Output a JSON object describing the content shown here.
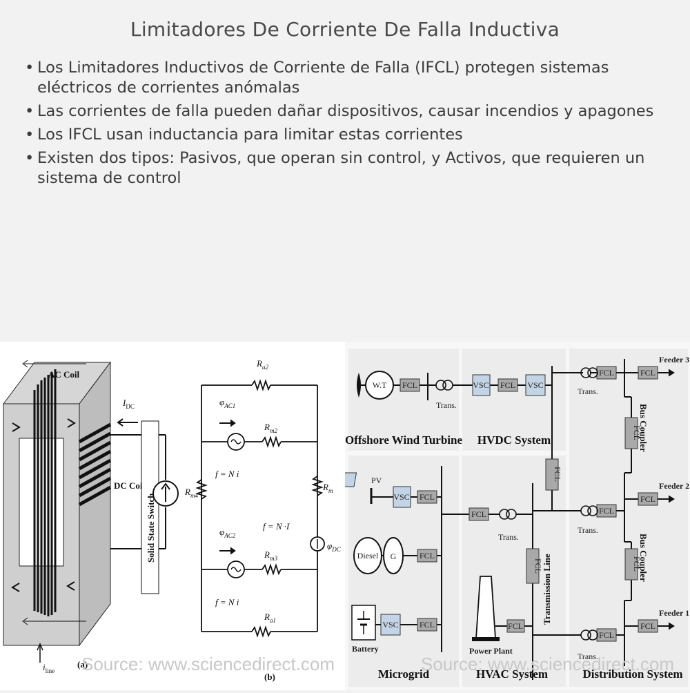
{
  "title": "Limitadores De Corriente De Falla Inductiva",
  "bullets": [
    "Los Limitadores Inductivos de Corriente de Falla (IFCL) protegen sistemas eléctricos de corrientes anómalas",
    "Las corrientes de falla pueden dañar dispositivos, causar incendios y apagones",
    "Los IFCL usan inductancia para limitar estas corrientes",
    "Existen dos tipos: Pasivos, que operan sin control, y Activos, que requieren un sistema de control"
  ],
  "figure_left": {
    "ac_coil": "AC Coil",
    "dc_coil": "DC Coil",
    "switch": "Solid State Switch",
    "idc": "I",
    "idc_sub": "DC",
    "iline": "i",
    "iline_sub": "line",
    "label_a": "(a)",
    "label_b": "(b)",
    "source": "Source: www.sciencedirect.com",
    "r_a2": "R",
    "r_a2_sub": "a2",
    "phi_ac1": "φ",
    "phi_ac1_sub": "AC1",
    "r_m2": "R",
    "r_m2_sub": "m2",
    "r_m4": "R",
    "r_m4_sub": "m4",
    "r_m": "R",
    "r_m_sub": "m",
    "f_ac1": "f  =  N  i",
    "f_dc": "f   = N   ·I",
    "phi_dc": "φ",
    "phi_dc_sub": "DC",
    "phi_ac2": "φ",
    "phi_ac2_sub": "AC2",
    "r_m3": "R",
    "r_m3_sub": "m3",
    "r_a1": "R",
    "r_a1_sub": "a1"
  },
  "figure_right": {
    "wt": "W.T",
    "fcl": "FCL",
    "trans": "Trans.",
    "vsc": "VSC",
    "pv": "PV",
    "diesel": "Diesel",
    "g": "G",
    "battery": "Battery",
    "power_plant": "Power Plant",
    "offshore": "Offshore Wind Turbine",
    "hvdc": "HVDC System",
    "microgrid": "Microgrid",
    "hvac": "HVAC System",
    "distribution": "Distribution System",
    "transmission_line": "Transmission Line",
    "bus_coupler": "Bus Coupler",
    "feeder3": "Feeder 3",
    "feeder2": "Feeder 2",
    "feeder1": "Feeder 1",
    "source": "Source: www.sciencedirect.com"
  }
}
